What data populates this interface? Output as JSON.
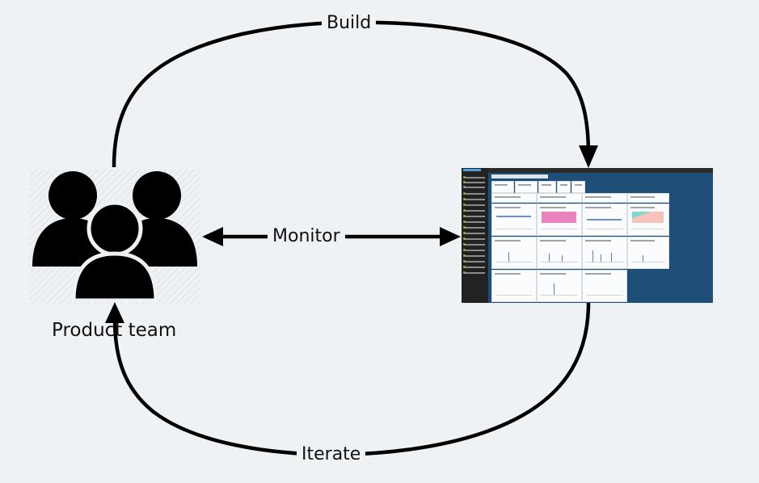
{
  "diagram": {
    "edges": {
      "build": "Build",
      "monitor": "Monitor",
      "iterate": "Iterate"
    },
    "nodes": {
      "team": "Product team"
    },
    "colors": {
      "background": "#eff2f5",
      "arrow": "#000000",
      "dashboard_bg": "#1f4e79"
    },
    "icons": {
      "team": "people-group-icon",
      "dashboard": "dashboard-screenshot"
    }
  }
}
